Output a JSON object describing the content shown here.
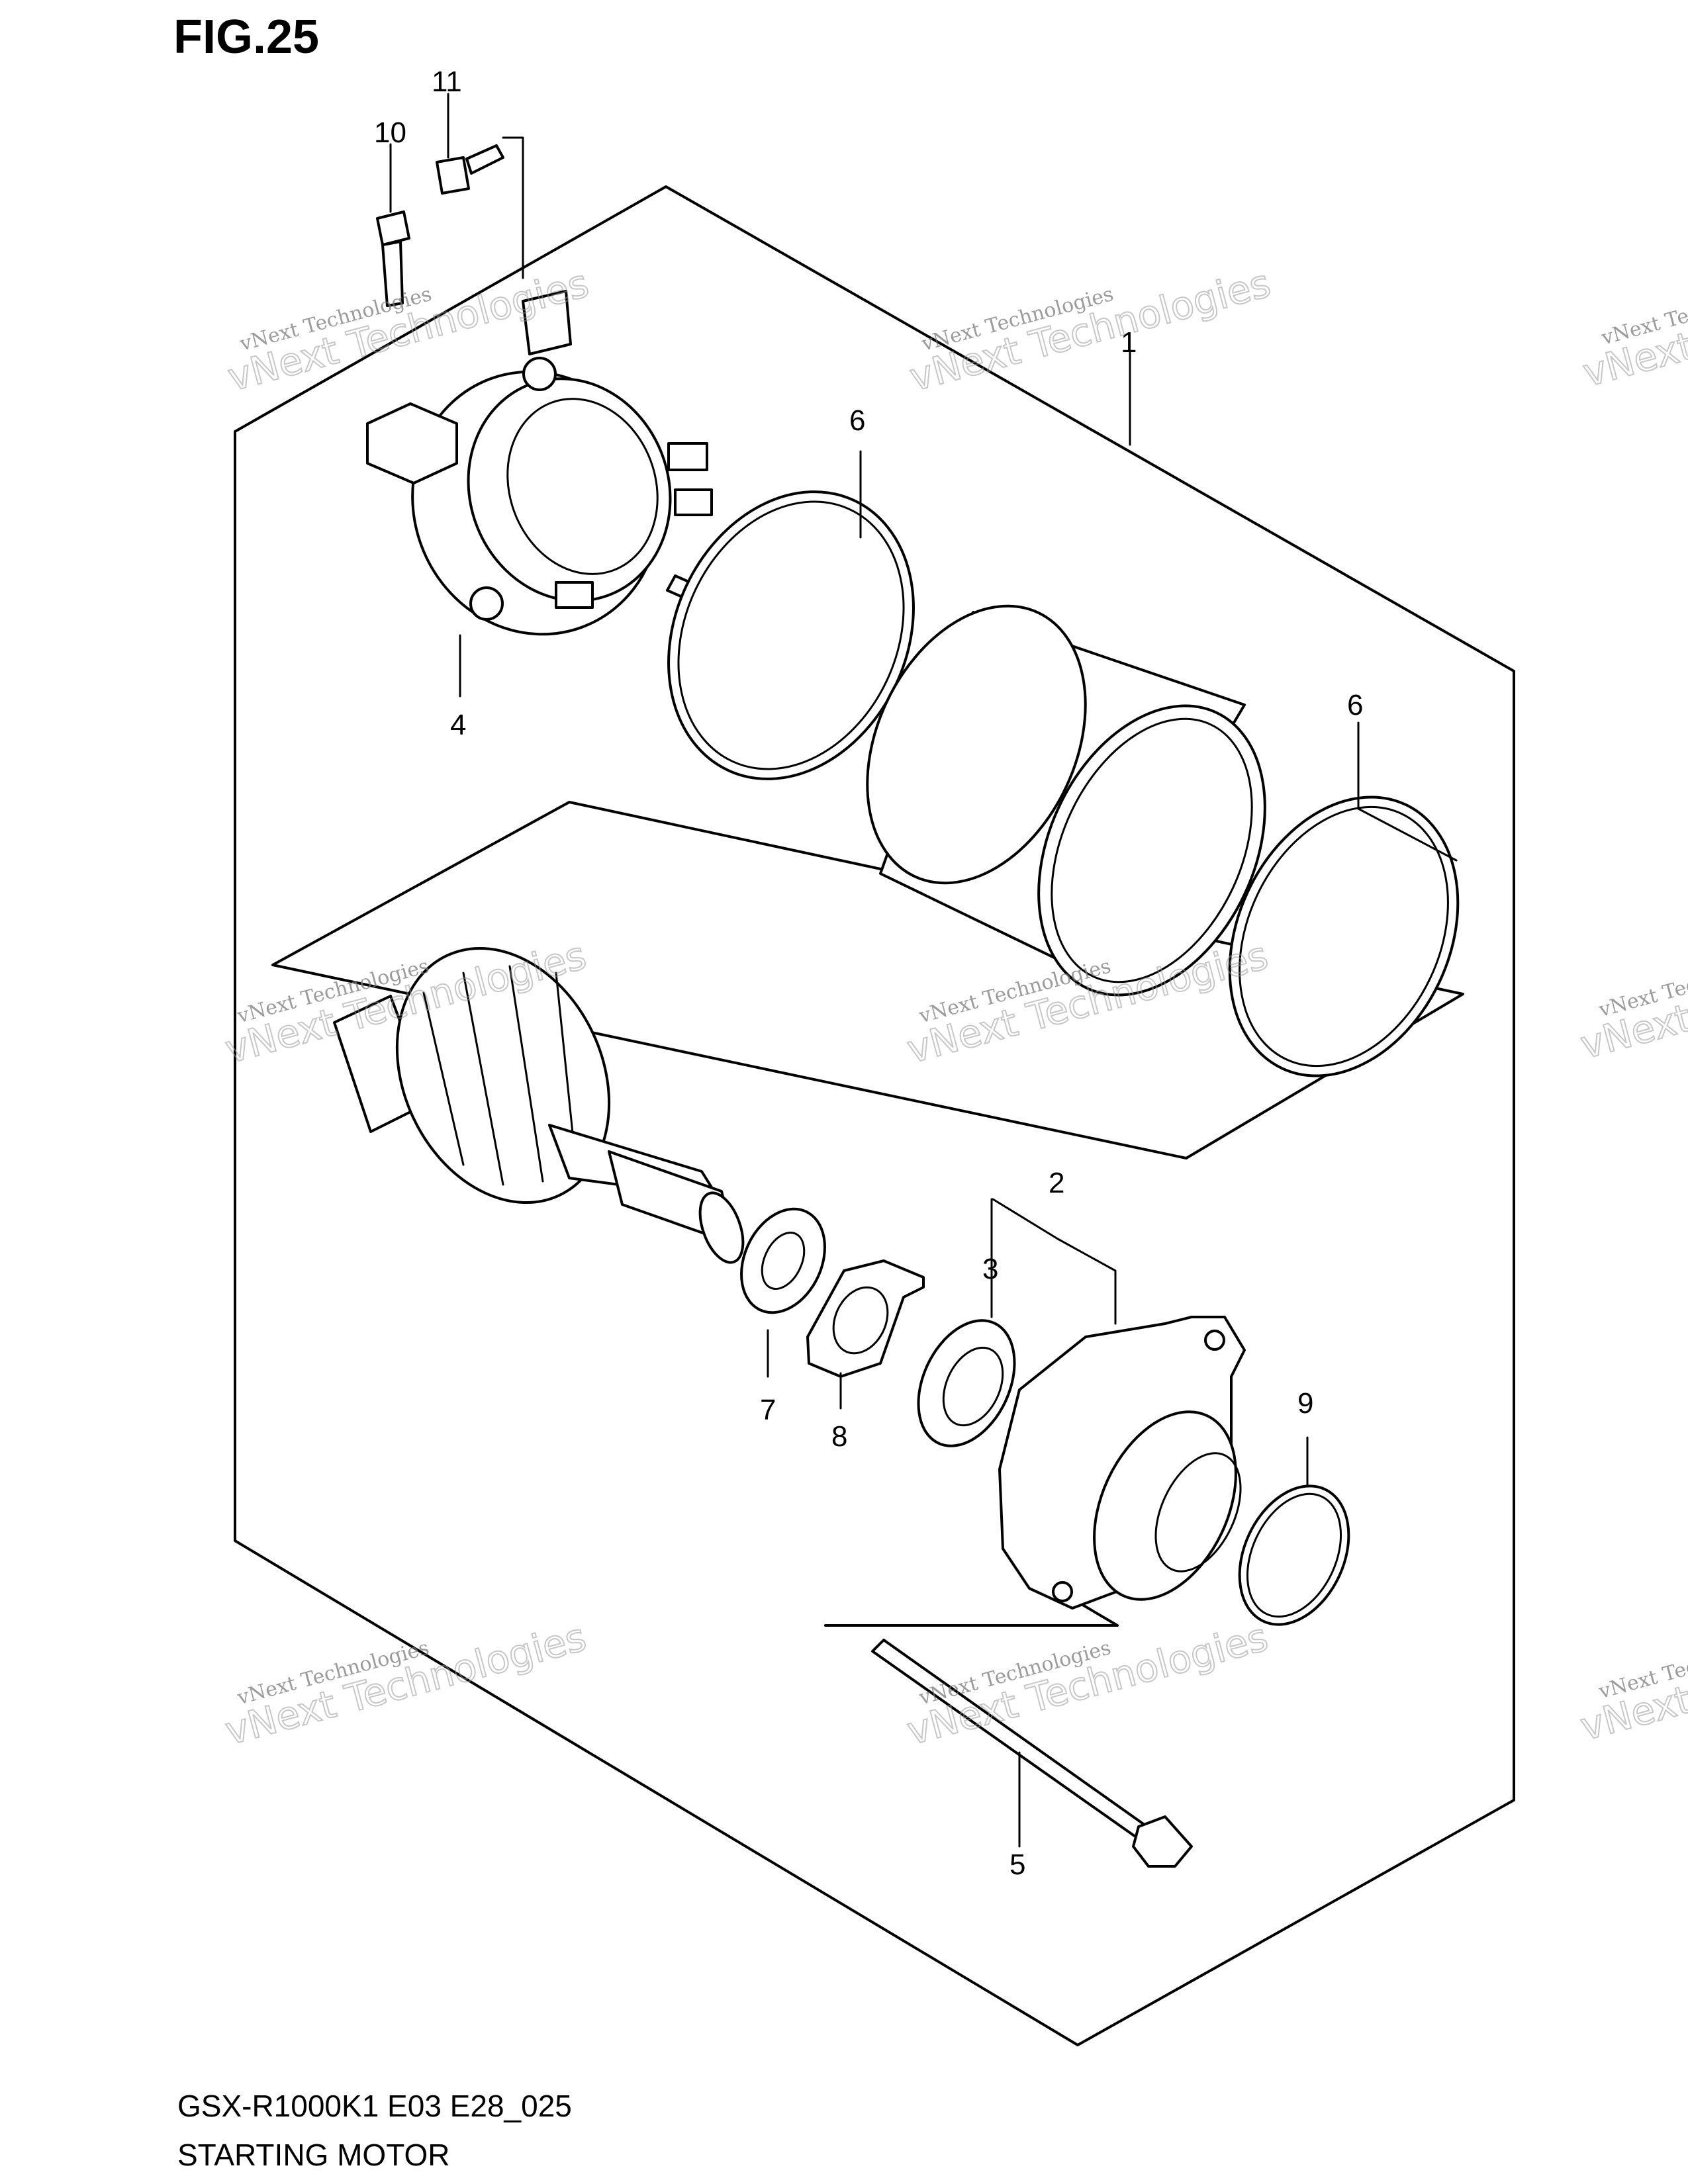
{
  "figure": {
    "title": "FIG.25"
  },
  "callouts": [
    "1",
    "2",
    "3",
    "4",
    "5",
    "6",
    "6",
    "7",
    "8",
    "9",
    "10",
    "11"
  ],
  "footer": {
    "model_code": "GSX-R1000K1 E03 E28_025",
    "section_name": "STARTING MOTOR"
  },
  "watermark": {
    "line1": "vNext Technologies",
    "line2": "vNext Technologies"
  }
}
